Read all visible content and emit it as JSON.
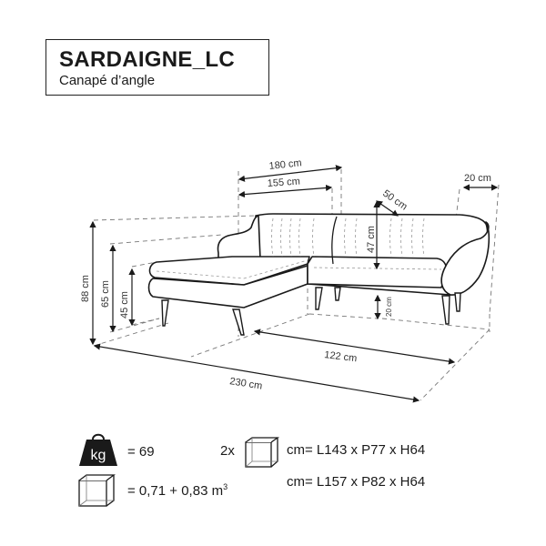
{
  "header": {
    "product_name": "SARDAIGNE_LC",
    "product_type": "Canapé d’angle"
  },
  "dimensions": {
    "top_length_outer": "180 cm",
    "top_length_inner": "155 cm",
    "back_depth": "50 cm",
    "armrest_width": "20 cm",
    "backrest_height": "47 cm",
    "total_height": "88 cm",
    "armrest_height": "65 cm",
    "seat_height": "45 cm",
    "leg_height": "20 cm",
    "chaise_depth": "122 cm",
    "total_length": "230 cm"
  },
  "specs": {
    "weight_icon_label": "kg",
    "weight_value": "= 69",
    "volume_value": "= 0,71 + 0,83 m",
    "volume_exp": "3",
    "package_count": "2x",
    "package_1": "cm= L143 x P77 x H64",
    "package_2": "cm= L157 x P82 x H64"
  },
  "colors": {
    "line": "#1a1a1a",
    "dashed": "#666666",
    "text": "#1a1a1a"
  }
}
